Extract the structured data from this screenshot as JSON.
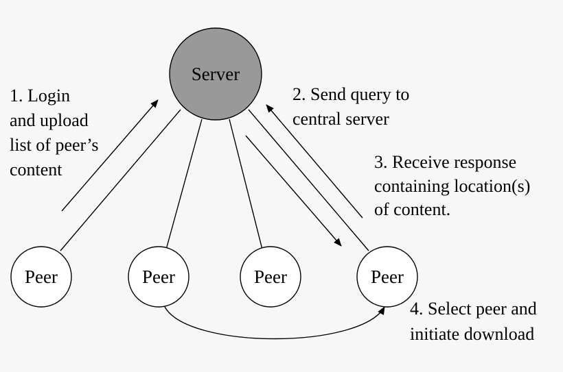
{
  "colors": {
    "background": "#f7f7f7",
    "server_fill": "#999999",
    "peer_fill": "#ffffff",
    "stroke": "#000000"
  },
  "server": {
    "label": "Server"
  },
  "peers": [
    {
      "label": "Peer"
    },
    {
      "label": "Peer"
    },
    {
      "label": "Peer"
    },
    {
      "label": "Peer"
    }
  ],
  "steps": [
    {
      "lines": [
        "1. Login",
        "and upload",
        "list of peer’s",
        "content"
      ]
    },
    {
      "lines": [
        "2. Send query to",
        "central server"
      ]
    },
    {
      "lines": [
        "3. Receive response",
        "containing location(s)",
        "of content."
      ]
    },
    {
      "lines": [
        "4. Select peer and",
        "initiate download"
      ]
    }
  ]
}
